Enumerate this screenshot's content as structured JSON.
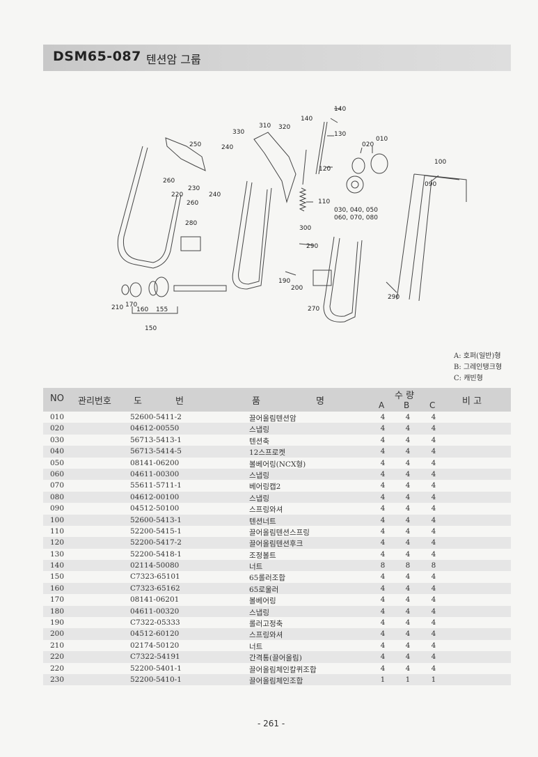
{
  "header": {
    "code": "DSM65-087",
    "name": "텐션암 그룹"
  },
  "diagram": {
    "callouts": [
      "140",
      "140",
      "130",
      "310",
      "320",
      "330",
      "240",
      "250",
      "260",
      "230",
      "220",
      "240",
      "260",
      "280",
      "120",
      "110",
      "300",
      "290",
      "190",
      "200",
      "270",
      "210",
      "170",
      "160",
      "155",
      "150",
      "020",
      "010",
      "100",
      "090",
      "030, 040, 050",
      "060, 070, 080",
      "290"
    ]
  },
  "legend": {
    "a": "A: 호퍼(일반)형",
    "b": "B: 그레인탱크형",
    "c": "C: 캐빈형"
  },
  "table": {
    "headers": {
      "no": "NO",
      "mgmt": "관리번호",
      "drawing_do": "도",
      "drawing_beon": "번",
      "name_pum": "품",
      "name_myeong": "명",
      "qty": "수  량",
      "qa": "A",
      "qb": "B",
      "qc": "C",
      "remark": "비  고"
    },
    "rows": [
      {
        "no": "010",
        "part": "52600-5411-2",
        "name": "끌어올림텐션암",
        "a": "4",
        "b": "4",
        "c": "4"
      },
      {
        "no": "020",
        "part": "04612-00550",
        "name": "스냅링",
        "a": "4",
        "b": "4",
        "c": "4"
      },
      {
        "no": "030",
        "part": "56713-5413-1",
        "name": "텐션축",
        "a": "4",
        "b": "4",
        "c": "4"
      },
      {
        "no": "040",
        "part": "56713-5414-5",
        "name": "12스프로켓",
        "a": "4",
        "b": "4",
        "c": "4"
      },
      {
        "no": "050",
        "part": "08141-06200",
        "name": "볼베어링(NCX형)",
        "a": "4",
        "b": "4",
        "c": "4"
      },
      {
        "no": "060",
        "part": "04611-00300",
        "name": "스냅링",
        "a": "4",
        "b": "4",
        "c": "4"
      },
      {
        "no": "070",
        "part": "55611-5711-1",
        "name": "베어링캡2",
        "a": "4",
        "b": "4",
        "c": "4"
      },
      {
        "no": "080",
        "part": "04612-00100",
        "name": "스냅링",
        "a": "4",
        "b": "4",
        "c": "4"
      },
      {
        "no": "090",
        "part": "04512-50100",
        "name": "스프링와셔",
        "a": "4",
        "b": "4",
        "c": "4"
      },
      {
        "no": "100",
        "part": "52600-5413-1",
        "name": "텐션너트",
        "a": "4",
        "b": "4",
        "c": "4"
      },
      {
        "no": "110",
        "part": "52200-5415-1",
        "name": "끌어올림텐션스프링",
        "a": "4",
        "b": "4",
        "c": "4"
      },
      {
        "no": "120",
        "part": "52200-5417-2",
        "name": "끌어올림텐션후크",
        "a": "4",
        "b": "4",
        "c": "4"
      },
      {
        "no": "130",
        "part": "52200-5418-1",
        "name": "조정볼트",
        "a": "4",
        "b": "4",
        "c": "4"
      },
      {
        "no": "140",
        "part": "02114-50080",
        "name": "너트",
        "a": "8",
        "b": "8",
        "c": "8"
      },
      {
        "no": "150",
        "part": "C7323-65101",
        "name": "65롤러조합",
        "a": "4",
        "b": "4",
        "c": "4"
      },
      {
        "no": "160",
        "part": "C7323-65162",
        "name": "65로울러",
        "a": "4",
        "b": "4",
        "c": "4"
      },
      {
        "no": "170",
        "part": "08141-06201",
        "name": "볼베어링",
        "a": "4",
        "b": "4",
        "c": "4"
      },
      {
        "no": "180",
        "part": "04611-00320",
        "name": "스냅링",
        "a": "4",
        "b": "4",
        "c": "4"
      },
      {
        "no": "190",
        "part": "C7322-05333",
        "name": "롤러고정축",
        "a": "4",
        "b": "4",
        "c": "4"
      },
      {
        "no": "200",
        "part": "04512-60120",
        "name": "스프링와셔",
        "a": "4",
        "b": "4",
        "c": "4"
      },
      {
        "no": "210",
        "part": "02174-50120",
        "name": "너트",
        "a": "4",
        "b": "4",
        "c": "4"
      },
      {
        "no": "220",
        "part": "C7322-54191",
        "name": "간격통(끌어올림)",
        "a": "4",
        "b": "4",
        "c": "4"
      },
      {
        "no": "220",
        "part": "52200-5401-1",
        "name": "끌어올림체인칼퀴조합",
        "a": "4",
        "b": "4",
        "c": "4"
      },
      {
        "no": "230",
        "part": "52200-5410-1",
        "name": "끌어올림체인조합",
        "a": "1",
        "b": "1",
        "c": "1"
      }
    ]
  },
  "page_number": "- 261 -"
}
